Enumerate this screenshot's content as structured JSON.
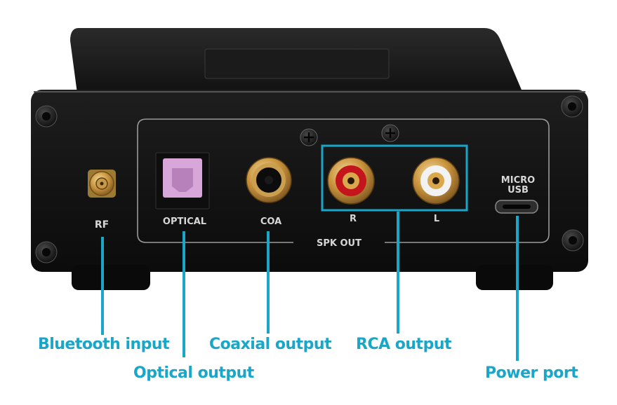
{
  "panel_labels": {
    "rf": "RF",
    "optical": "OPTICAL",
    "coa": "COA",
    "r": "R",
    "l": "L",
    "micro": "MICRO",
    "usb": "USB",
    "spk_out": "SPK OUT"
  },
  "callouts": {
    "bluetooth": "Bluetooth input",
    "optical": "Optical output",
    "coaxial": "Coaxial output",
    "rca": "RCA output",
    "power": "Power port"
  },
  "colors": {
    "callout": "#1aa6c8",
    "chassis": "#161616",
    "panel_text": "#d6d6d6",
    "rca_red": "#c4151c",
    "rca_white": "#f2f2f2",
    "gold": "#d3a24a",
    "optical_port": "#d9a6d9"
  }
}
